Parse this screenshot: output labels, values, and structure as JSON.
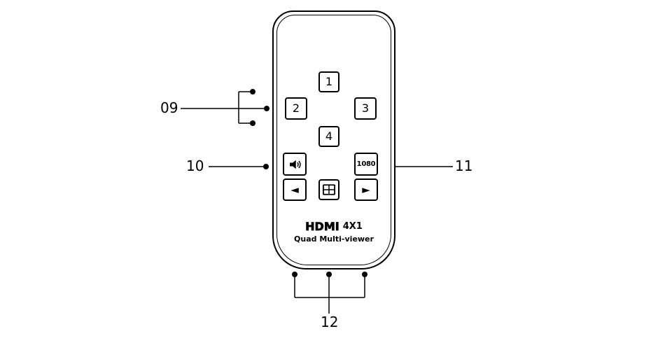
{
  "remote": {
    "input_buttons": [
      "1",
      "2",
      "3",
      "4"
    ],
    "resolution_button_label": "1080",
    "icons": {
      "speaker": "speaker-icon",
      "quad_view": "quad-grid-icon",
      "left_arrow": "◄",
      "right_arrow": "►"
    },
    "brand": {
      "logo": "HDMI",
      "model": "4X1",
      "subtitle": "Quad Multi-viewer"
    }
  },
  "callouts": {
    "c09": "09",
    "c10": "10",
    "c11": "11",
    "c12": "12"
  },
  "colors": {
    "line": "#000000",
    "background": "#ffffff"
  }
}
